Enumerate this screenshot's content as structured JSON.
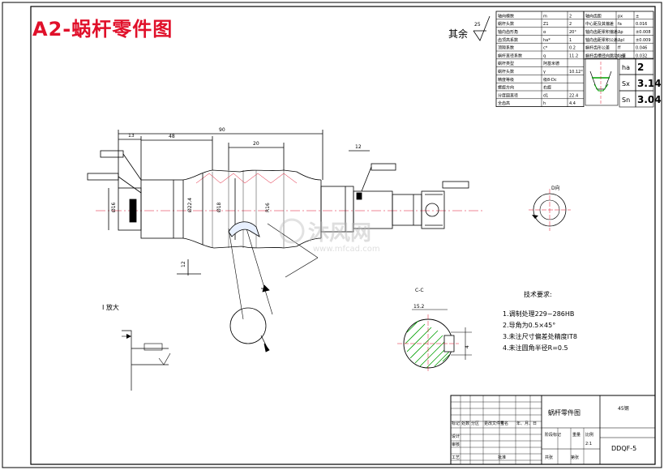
{
  "title": "A2-蜗杆零件图",
  "roughness": {
    "label": "其余",
    "value": "25"
  },
  "param_table": {
    "left_rows": [
      [
        "轴向模数",
        "m",
        "2"
      ],
      [
        "蜗杆头数",
        "Z1",
        "2"
      ],
      [
        "轴向齿形角",
        "α",
        "20°"
      ],
      [
        "齿顶高系数",
        "ha*",
        "1"
      ],
      [
        "顶隙系数",
        "c*",
        "0.2"
      ],
      [
        "蜗杆直径系数",
        "q",
        "11.2"
      ],
      [
        "蜗杆类型",
        "阿基米德",
        ""
      ],
      [
        "蜗杆头数",
        "γ",
        "10.12°"
      ],
      [
        "精度等级",
        "级8-Dc",
        ""
      ],
      [
        "螺旋方向",
        "右旋",
        ""
      ],
      [
        "分度圆直径",
        "d1",
        "22.4"
      ],
      [
        "全齿高",
        "h",
        "4.4"
      ]
    ],
    "right_rows": [
      [
        "轴向齿距",
        "px",
        "±"
      ],
      [
        "中心距及其偏差",
        "fa",
        "0.016"
      ],
      [
        "轴向齿距累积偏差",
        "Δp",
        "±0.008"
      ],
      [
        "轴向齿距累积公差",
        "Δpl",
        "±0.009"
      ],
      [
        "蜗杆齿形公差",
        "ff",
        "0.046"
      ],
      [
        "蜗杆齿槽径向跳动公差",
        "f ey",
        "0.032"
      ]
    ],
    "tooth_values": [
      [
        "ha",
        "2"
      ],
      [
        "Sx",
        "3.14"
      ],
      [
        "Sn",
        "3.04"
      ]
    ]
  },
  "dimensions": [
    "90",
    "48",
    "20",
    "13",
    "12",
    "Ø22.4",
    "Ø18",
    "Ø16",
    "R16",
    "12",
    "15.2",
    "4"
  ],
  "views": {
    "enlarge_label": "I 放大",
    "section_label": "C-C",
    "d_label": "D向"
  },
  "tech_req": {
    "heading": "技术要求:",
    "items": [
      "1.调制处理229~286HB",
      "2.导角为0.5×45°",
      "3.未注尺寸偏差处精度IT8",
      "4.未注圆角半径R=0.5"
    ]
  },
  "title_block": {
    "part_name": "蜗杆零件图",
    "material": "45钢",
    "drawing_no": "DDQF-5",
    "scale": "2:1",
    "labels": [
      "标记",
      "处数",
      "分区",
      "更改文件号",
      "签名",
      "年、月、日",
      "设计",
      "审核",
      "工艺",
      "批准",
      "阶段标记",
      "重量",
      "比例",
      "共张",
      "第张"
    ]
  },
  "watermark": {
    "text": "沐风网",
    "url": "www.mfcad.com"
  },
  "colors": {
    "title": "#e0102a",
    "centerline": "#e0102a",
    "hatch": "#00a000",
    "ink": "#000000"
  }
}
